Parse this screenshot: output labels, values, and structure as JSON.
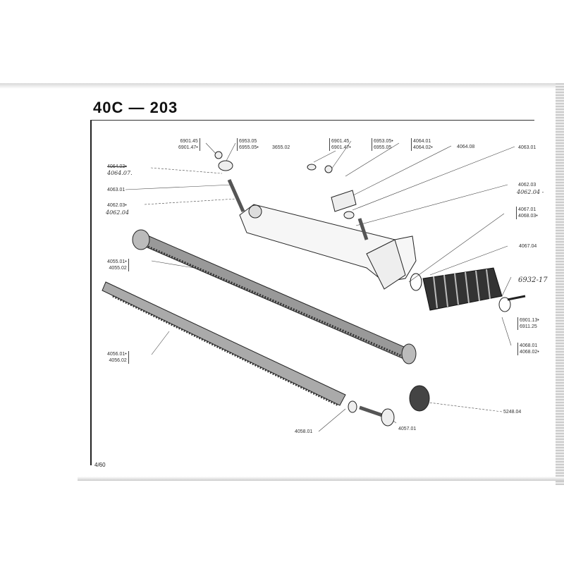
{
  "header": {
    "title": "40C — 203"
  },
  "footer": {
    "page": "4/60"
  },
  "labels": {
    "l6901_45a": "6901.45",
    "l6901_47a": "6901.47•",
    "l6953_05a": "6953.05",
    "l6955_05a": "6955.05•",
    "l3655_02": "3655.02",
    "l6901_45b": "6901.45",
    "l6901_47b": "6901.47•",
    "l6953_05b": "6953.05•",
    "l6955_05b": "6955.05",
    "l4064_01": "4064.01",
    "l4064_02": "4064.02•",
    "l4064_08": "4064.08",
    "l4063_01r": "4063.01",
    "l4064_03_struck": "4064.03•",
    "l4064_07_hand": "4064.07.",
    "l4063_01l": "4063.01",
    "l4062_03l": "4062.03•",
    "l4062_04l_hand": "4062.04",
    "l4062_03r": "4062.03",
    "l4062_04r_hand": "4062.04 -",
    "l4067_01": "4067.01",
    "l4068_03": "4068.03•",
    "l4067_04": "4067.04",
    "l6932_17_hand": "6932-17",
    "l6901_13": "6901.13•",
    "l6911_25": "6911.25",
    "l4068_01": "4068.01",
    "l4068_02": "4068.02•",
    "l4055_01": "4055.01•",
    "l4055_02": "4055.02",
    "l4056_01": "4056.01•",
    "l4056_02": "4056.02",
    "l5248_04": "5248.04",
    "l4058_01": "4058.01",
    "l4057_01": "4057.01"
  }
}
